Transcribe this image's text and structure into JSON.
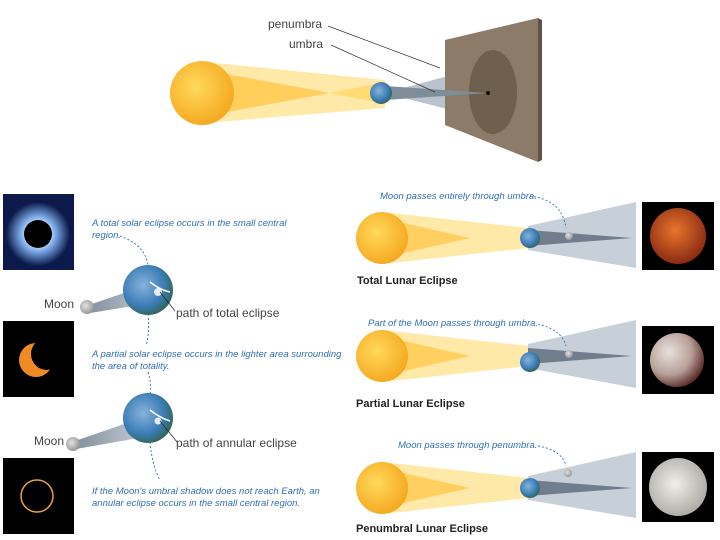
{
  "top": {
    "penumbra": "penumbra",
    "umbra": "umbra"
  },
  "solar": {
    "moon_label_1": "Moon",
    "moon_label_2": "Moon",
    "path_total": "path of total eclipse",
    "path_annular": "path of annular eclipse",
    "total_note": "A total solar eclipse occurs in the small central region.",
    "partial_note": "A partial solar eclipse occurs in the lighter area surrounding the area of totality.",
    "annular_note": "If the Moon's umbral shadow does not reach Earth, an annular eclipse occurs in the small central region."
  },
  "lunar": {
    "total_note": "Moon passes entirely through umbra.",
    "total_title": "Total Lunar Eclipse",
    "partial_note": "Part of the Moon passes through umbra.",
    "partial_title": "Partial Lunar Eclipse",
    "penumbral_note": "Moon passes through penumbra.",
    "penumbral_title": "Penumbral Lunar Eclipse"
  },
  "colors": {
    "sun": "#f6b21b",
    "cone": "#ffe9a8",
    "shadow": "#9aa6b2",
    "screen": "#8b7b68",
    "annotation": "#2f6fb7"
  }
}
